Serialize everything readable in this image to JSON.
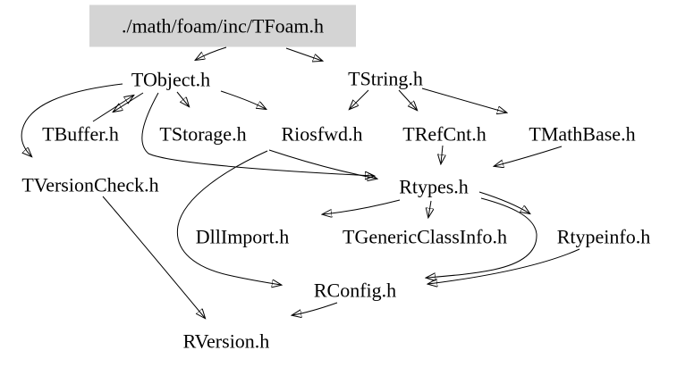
{
  "diagram": {
    "type": "include-dependency-graph",
    "background_color": "#ffffff",
    "text_color": "#000000",
    "root_node_fill": "#d4d4d4",
    "nodes": {
      "tfoam": {
        "label": "./math/foam/inc/TFoam.h"
      },
      "tobject": {
        "label": "TObject.h"
      },
      "tstring": {
        "label": "TString.h"
      },
      "tbuffer": {
        "label": "TBuffer.h"
      },
      "tstorage": {
        "label": "TStorage.h"
      },
      "riosfwd": {
        "label": "Riosfwd.h"
      },
      "trefcnt": {
        "label": "TRefCnt.h"
      },
      "tmathbase": {
        "label": "TMathBase.h"
      },
      "tversioncheck": {
        "label": "TVersionCheck.h"
      },
      "rtypes": {
        "label": "Rtypes.h"
      },
      "dllimport": {
        "label": "DllImport.h"
      },
      "tgenericclassinfo": {
        "label": "TGenericClassInfo.h"
      },
      "rtypeinfo": {
        "label": "Rtypeinfo.h"
      },
      "rconfig": {
        "label": "RConfig.h"
      },
      "rversion": {
        "label": "RVersion.h"
      }
    },
    "edges": [
      {
        "from": "./math/foam/inc/TFoam.h",
        "to": "TObject.h"
      },
      {
        "from": "./math/foam/inc/TFoam.h",
        "to": "TString.h"
      },
      {
        "from": "TBuffer.h",
        "to": "TObject.h"
      },
      {
        "from": "TObject.h",
        "to": "TBuffer.h"
      },
      {
        "from": "TObject.h",
        "to": "TStorage.h"
      },
      {
        "from": "TObject.h",
        "to": "Riosfwd.h"
      },
      {
        "from": "TObject.h",
        "to": "TVersionCheck.h"
      },
      {
        "from": "TObject.h",
        "to": "Rtypes.h"
      },
      {
        "from": "TString.h",
        "to": "Riosfwd.h"
      },
      {
        "from": "TString.h",
        "to": "TRefCnt.h"
      },
      {
        "from": "TString.h",
        "to": "TMathBase.h"
      },
      {
        "from": "TRefCnt.h",
        "to": "Rtypes.h"
      },
      {
        "from": "TMathBase.h",
        "to": "Rtypes.h"
      },
      {
        "from": "Riosfwd.h",
        "to": "Rtypes.h"
      },
      {
        "from": "Riosfwd.h",
        "to": "RConfig.h"
      },
      {
        "from": "Rtypes.h",
        "to": "DllImport.h"
      },
      {
        "from": "Rtypes.h",
        "to": "TGenericClassInfo.h"
      },
      {
        "from": "Rtypes.h",
        "to": "Rtypeinfo.h"
      },
      {
        "from": "Rtypes.h",
        "to": "RConfig.h"
      },
      {
        "from": "Rtypeinfo.h",
        "to": "RConfig.h"
      },
      {
        "from": "RConfig.h",
        "to": "RVersion.h"
      },
      {
        "from": "TVersionCheck.h",
        "to": "RVersion.h"
      }
    ]
  }
}
